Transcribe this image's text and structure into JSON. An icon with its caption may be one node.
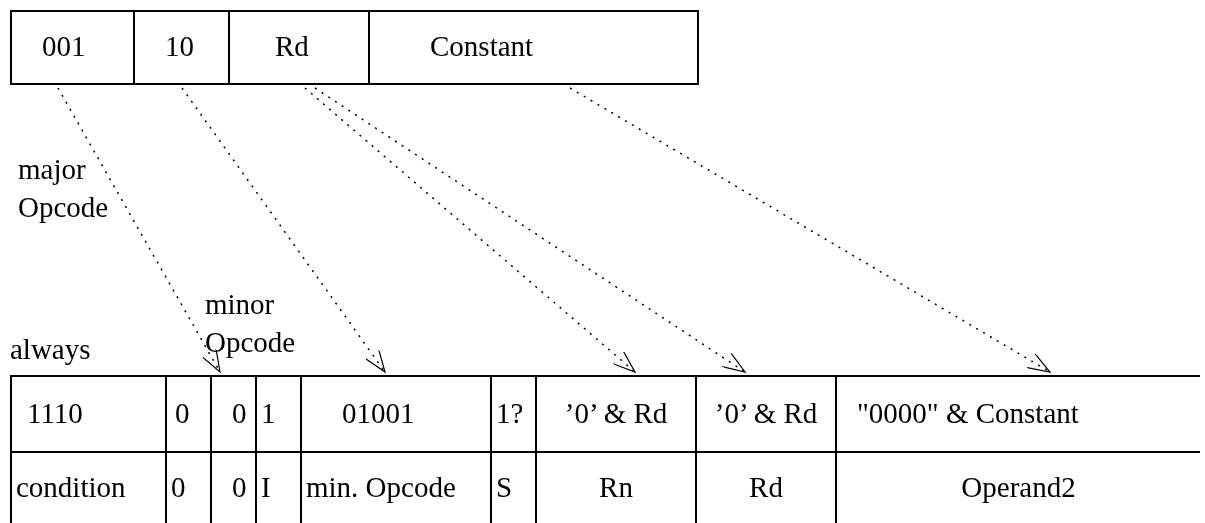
{
  "diagram": {
    "nodes": [
      {
        "text": [
          "001"
        ]
      },
      {
        "text": [
          "10"
        ]
      },
      {
        "text": [
          "Rd"
        ]
      },
      {
        "text": [
          "Constant"
        ]
      },
      {
        "text": [
          "1110",
          "condition"
        ]
      },
      {
        "text": [
          "0",
          "0"
        ]
      },
      {
        "text": [
          "0",
          "0"
        ]
      },
      {
        "text": [
          "1",
          "I"
        ]
      },
      {
        "text": [
          "01001",
          "min. Opcode"
        ]
      },
      {
        "text": [
          "1?",
          "S"
        ]
      },
      {
        "text": [
          "’0’ & Rd",
          "Rn"
        ]
      },
      {
        "text": [
          "’0’ & Rd",
          "Rd"
        ]
      },
      {
        "text": [
          "\"0000\" & Constant",
          "Operand2"
        ]
      }
    ],
    "edges": [
      {
        "from": 0,
        "to": 6,
        "arrow": "to",
        "style": "dashed"
      },
      {
        "from": 1,
        "to": 8,
        "arrow": "to",
        "style": "dashed"
      },
      {
        "from": 2,
        "to": 10,
        "arrow": "to",
        "style": "dashed"
      },
      {
        "from": 2,
        "to": 11,
        "arrow": "to",
        "style": "dashed"
      },
      {
        "from": 3,
        "to": 12,
        "arrow": "to",
        "style": "dashed"
      }
    ],
    "labels": [
      "major Opcode",
      "minor Opcode",
      "always"
    ]
  }
}
